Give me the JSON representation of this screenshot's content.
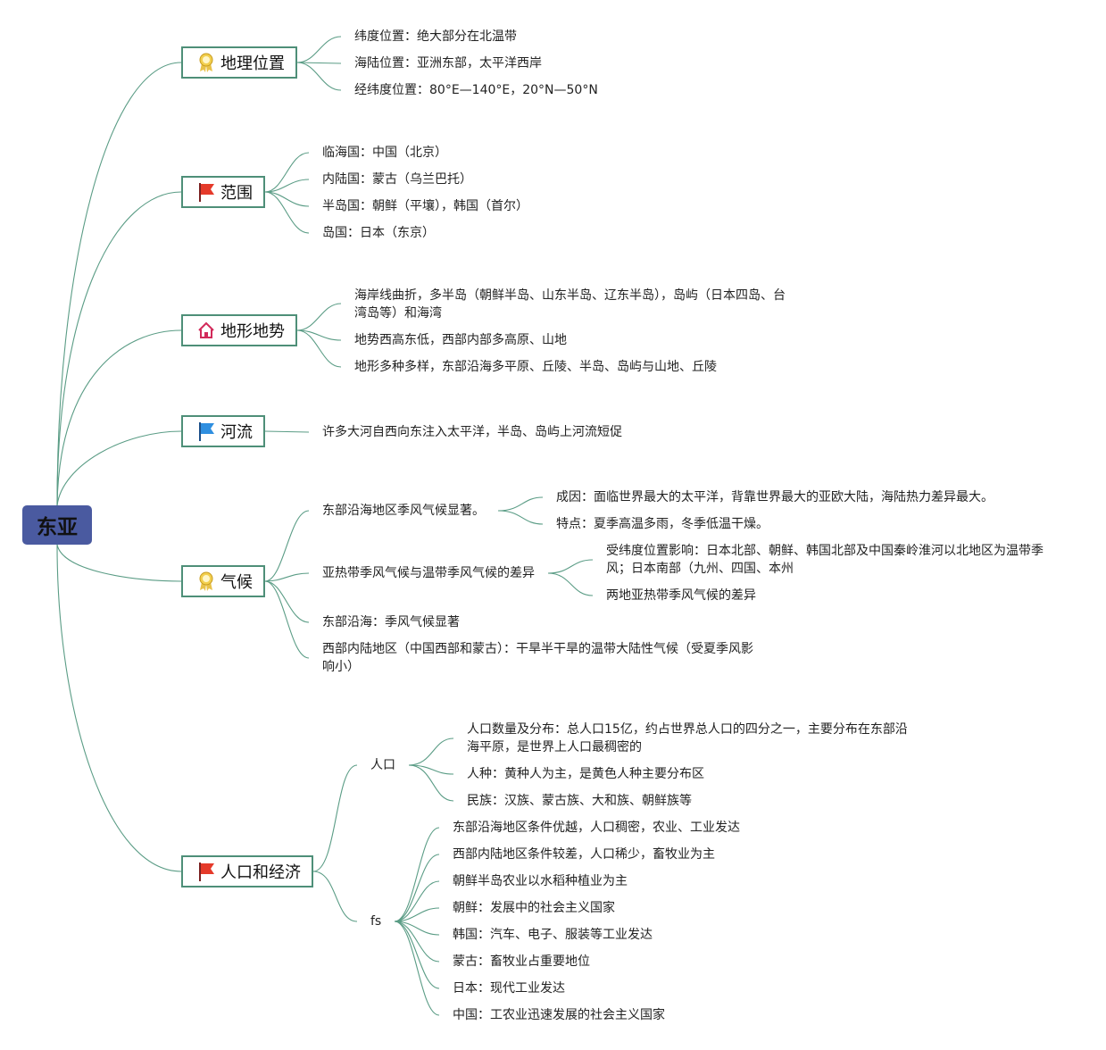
{
  "colors": {
    "root_fill": "#4a5aa0",
    "topic_border": "#4e8f78",
    "line": "#5a9c85"
  },
  "root": {
    "label": "东亚"
  },
  "topics": {
    "location": {
      "label": "地理位置",
      "icon": "ribbon-medal-icon",
      "children": [
        "纬度位置：绝大部分在北温带",
        "海陆位置：亚洲东部，太平洋西岸",
        "经纬度位置：80°E—140°E，20°N—50°N"
      ]
    },
    "scope": {
      "label": "范围",
      "icon": "red-flag-icon",
      "children": [
        "临海国：中国（北京）",
        "内陆国：蒙古（乌兰巴托）",
        "半岛国：朝鲜（平壤），韩国（首尔）",
        "岛国：日本（东京）"
      ]
    },
    "terrain": {
      "label": "地形地势",
      "icon": "house-icon",
      "children": [
        "海岸线曲折，多半岛（朝鲜半岛、山东半岛、辽东半岛），岛屿（日本四岛、台湾岛等）和海湾",
        "地势西高东低，西部内部多高原、山地",
        "地形多种多样，东部沿海多平原、丘陵、半岛、岛屿与山地、丘陵"
      ]
    },
    "rivers": {
      "label": "河流",
      "icon": "blue-flag-icon",
      "children": [
        "许多大河自西向东注入太平洋，半岛、岛屿上河流短促"
      ]
    },
    "climate": {
      "label": "气候",
      "icon": "ribbon-medal-icon",
      "children": [
        {
          "label": "东部沿海地区季风气候显著。",
          "children": [
            "成因：面临世界最大的太平洋，背靠世界最大的亚欧大陆，海陆热力差异最大。",
            "特点：夏季高温多雨，冬季低温干燥。"
          ]
        },
        {
          "label": "亚热带季风气候与温带季风气候的差异",
          "children": [
            "受纬度位置影响：日本北部、朝鲜、韩国北部及中国秦岭淮河以北地区为温带季风；日本南部（九州、四国、本州",
            "两地亚热带季风气候的差异"
          ]
        },
        {
          "label": "东部沿海：季风气候显著",
          "children": []
        },
        {
          "label": "西部内陆地区（中国西部和蒙古）：干旱半干旱的温带大陆性气候（受夏季风影响小）",
          "children": []
        }
      ]
    },
    "economy": {
      "label": "人口和经济",
      "icon": "red-flag-icon",
      "children": [
        {
          "label": "人口",
          "children": [
            "人口数量及分布：总人口15亿，约占世界总人口的四分之一，主要分布在东部沿海平原，是世界上人口最稠密的",
            "人种：黄种人为主，是黄色人种主要分布区",
            "民族：汉族、蒙古族、大和族、朝鲜族等"
          ]
        },
        {
          "label": "fs",
          "children": [
            "东部沿海地区条件优越，人口稠密，农业、工业发达",
            "西部内陆地区条件较差，人口稀少，畜牧业为主",
            "朝鲜半岛农业以水稻种植业为主",
            "朝鲜：发展中的社会主义国家",
            "韩国：汽车、电子、服装等工业发达",
            "蒙古：畜牧业占重要地位",
            "日本：现代工业发达",
            "中国：工农业迅速发展的社会主义国家"
          ]
        }
      ]
    }
  }
}
